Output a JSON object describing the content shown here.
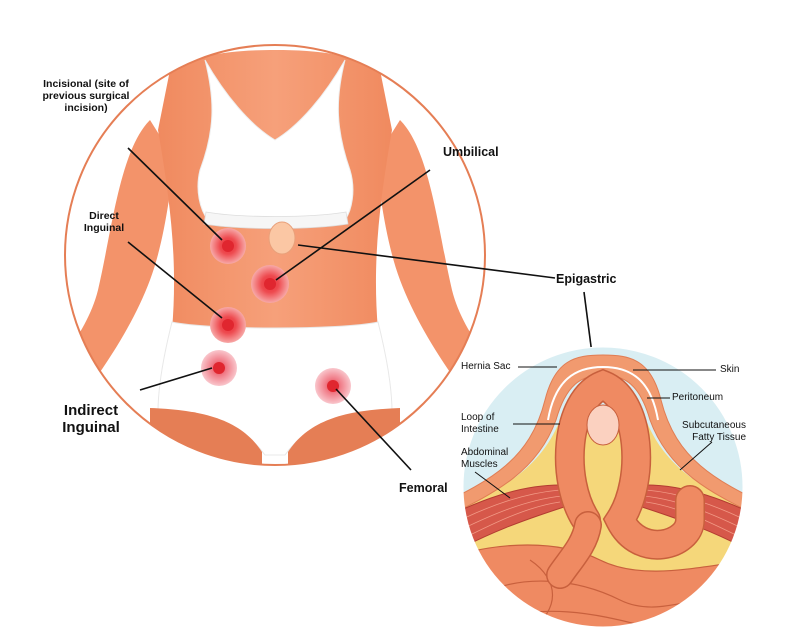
{
  "body_labels": {
    "incisional": "Incisional (site of previous surgical incision)",
    "direct_inguinal": "Direct Inguinal",
    "umbilical": "Umbilical",
    "epigastric": "Epigastric",
    "indirect_inguinal": "Indirect Inguinal",
    "femoral": "Femoral"
  },
  "anatomy_labels": {
    "hernia_sac": "Hernia Sac",
    "skin": "Skin",
    "peritoneum": "Peritoneum",
    "loop_of_intestine": "Loop of Intestine",
    "subcutaneous_fatty_tissue": "Subcutaneous Fatty Tissue",
    "abdominal_muscles": "Abdominal Muscles"
  },
  "colors": {
    "skin": "#f4986e",
    "skin_dark": "#e57e55",
    "garment": "#ffffff",
    "hernia_site": "#e8303a",
    "hernia_site_light": "#f2a0a8",
    "intestine": "#ef8a62",
    "fat": "#f5d77a",
    "background_inset": "#d9eef3",
    "muscle": "#c9463a"
  }
}
